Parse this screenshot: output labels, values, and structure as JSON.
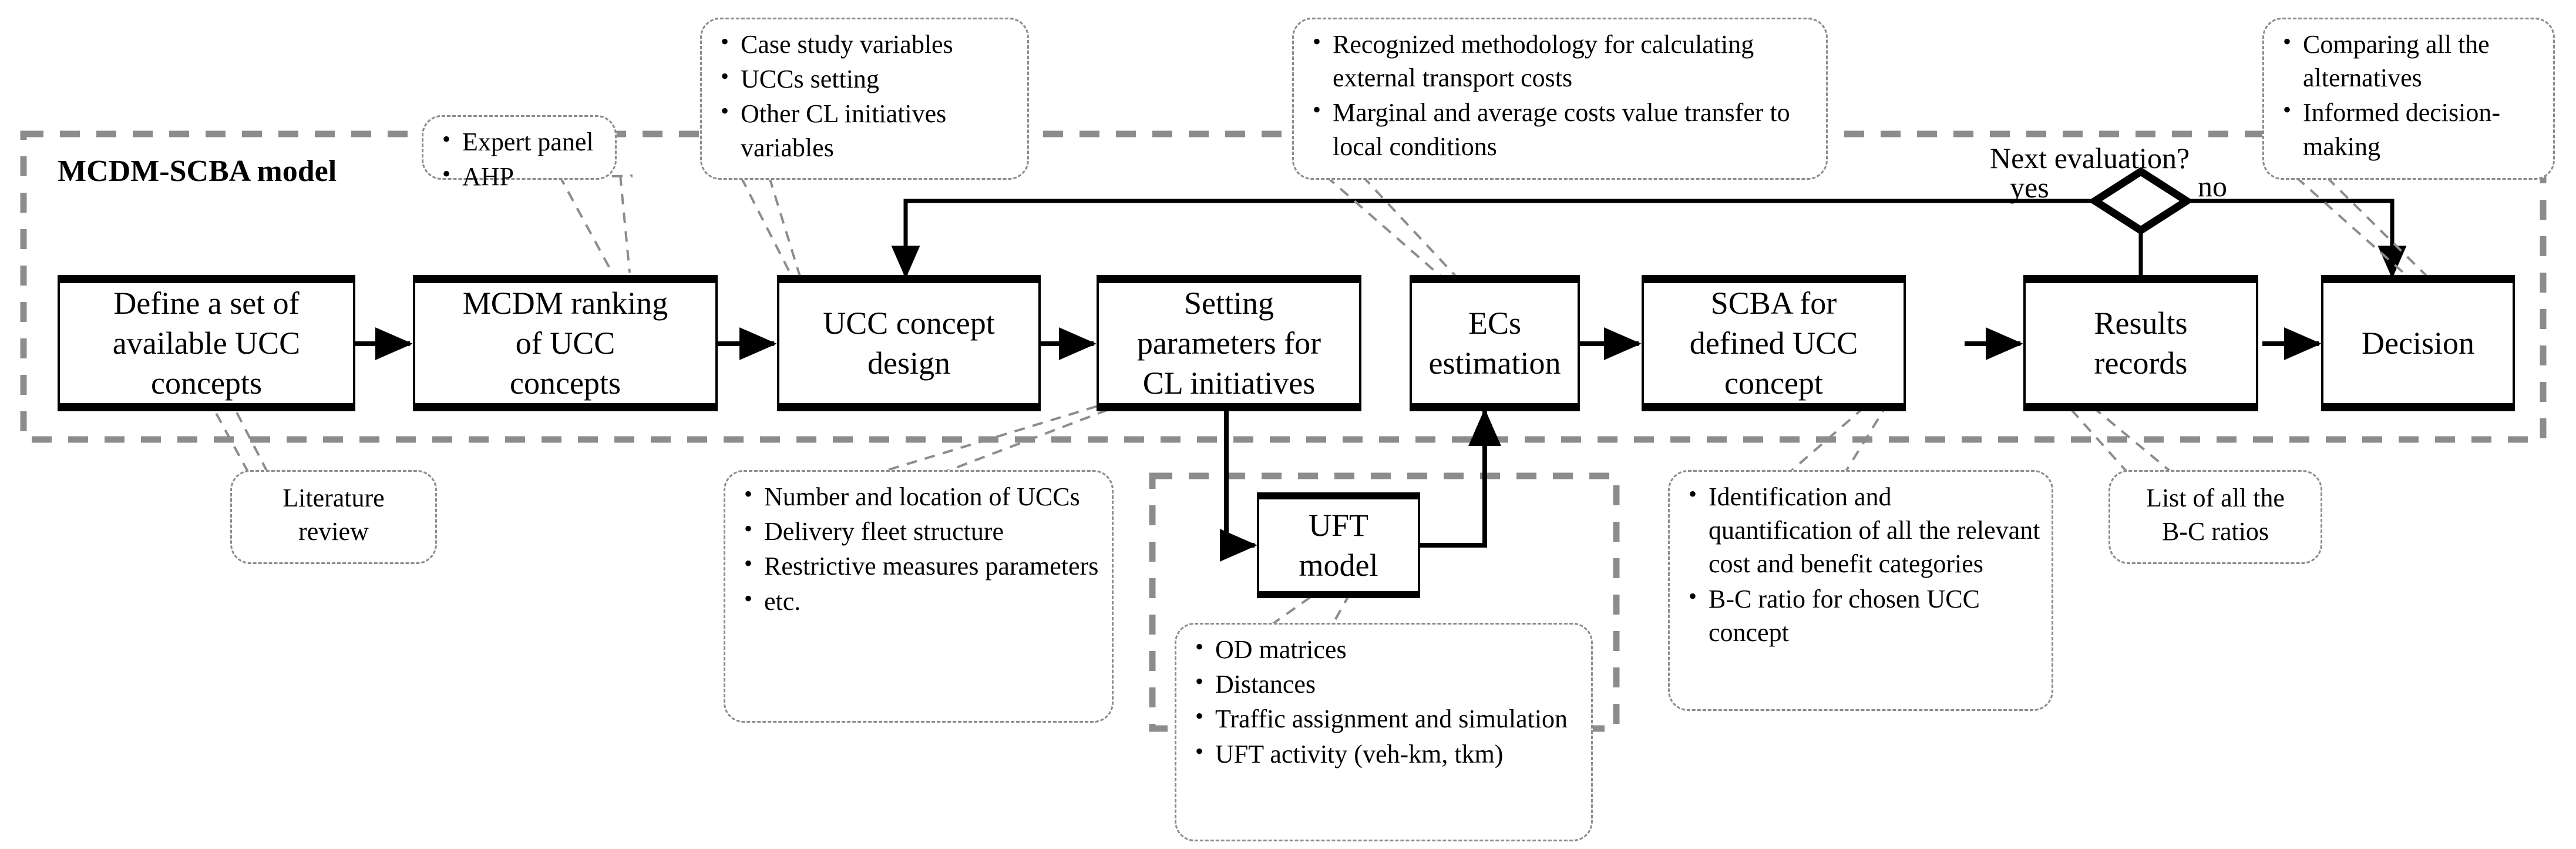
{
  "diagram": {
    "title": "MCDM-SCBA model framework",
    "model_label": "MCDM-SCBA model",
    "colors": {
      "stroke": "#000000",
      "dashed_group": "#8c8c8c",
      "callout_border": "#8c8c8c",
      "background": "#ffffff"
    }
  },
  "process_boxes": [
    {
      "id": "define-set",
      "lines": [
        "Define a set of",
        "available UCC",
        "concepts"
      ]
    },
    {
      "id": "mcdm-ranking",
      "lines": [
        "MCDM ranking",
        "of UCC",
        "concepts"
      ]
    },
    {
      "id": "ucc-concept-design",
      "lines": [
        "UCC concept",
        "design"
      ]
    },
    {
      "id": "setting-parameters",
      "lines": [
        "Setting",
        "parameters for",
        "CL initiatives"
      ]
    },
    {
      "id": "ecs-estimation",
      "lines": [
        "ECs",
        "estimation"
      ]
    },
    {
      "id": "scba-defined-ucc",
      "lines": [
        "SCBA for",
        "defined UCC",
        "concept"
      ]
    },
    {
      "id": "results-records",
      "lines": [
        "Results",
        "records"
      ]
    },
    {
      "id": "decision",
      "lines": [
        "Decision"
      ]
    },
    {
      "id": "uft-model",
      "lines": [
        "UFT model"
      ]
    }
  ],
  "decision_node": {
    "question": "Next evaluation?",
    "branch_yes": "yes",
    "branch_no": "no"
  },
  "callouts": [
    {
      "id": "expert-panel",
      "kind": "bullets",
      "items": [
        "Expert panel",
        "AHP"
      ]
    },
    {
      "id": "case-study-variables",
      "kind": "bullets",
      "items": [
        "Case study variables",
        "UCCs setting",
        "Other CL initiatives variables"
      ]
    },
    {
      "id": "recognized-methodology",
      "kind": "bullets",
      "items": [
        "Recognized methodology for calculating external transport costs",
        "Marginal and average costs value transfer to local conditions"
      ]
    },
    {
      "id": "comparing-alternatives",
      "kind": "bullets",
      "items": [
        "Comparing all the alternatives",
        "Informed decision-making"
      ]
    },
    {
      "id": "literature-review",
      "kind": "plain",
      "lines": [
        "Literature",
        "review"
      ]
    },
    {
      "id": "cl-parameters",
      "kind": "bullets",
      "items": [
        "Number and location of UCCs",
        "Delivery fleet structure",
        "Restrictive measures parameters",
        "etc."
      ]
    },
    {
      "id": "uft-inputs",
      "kind": "bullets",
      "items": [
        "OD matrices",
        "Distances",
        "Traffic assignment and simulation",
        "UFT activity (veh-km, tkm)"
      ]
    },
    {
      "id": "scba-outputs",
      "kind": "bullets",
      "items": [
        "Identification and quantification of all the relevant cost and benefit categories",
        "B-C ratio for chosen UCC concept"
      ]
    },
    {
      "id": "bc-ratio-list",
      "kind": "plain",
      "lines": [
        "List of all the",
        "B-C ratios"
      ]
    }
  ],
  "flow": {
    "edges": [
      {
        "from": "define-set",
        "to": "mcdm-ranking",
        "type": "arrow"
      },
      {
        "from": "mcdm-ranking",
        "to": "ucc-concept-design",
        "type": "arrow"
      },
      {
        "from": "ucc-concept-design",
        "to": "setting-parameters",
        "type": "arrow"
      },
      {
        "from": "setting-parameters",
        "to": "uft-model",
        "type": "arrow"
      },
      {
        "from": "uft-model",
        "to": "ecs-estimation",
        "type": "arrow"
      },
      {
        "from": "ecs-estimation",
        "to": "scba-defined-ucc",
        "type": "arrow"
      },
      {
        "from": "scba-defined-ucc",
        "to": "results-records",
        "type": "arrow"
      },
      {
        "from": "results-records",
        "to": "decision-diamond",
        "type": "line"
      },
      {
        "from": "decision-diamond",
        "to": "ucc-concept-design",
        "type": "arrow",
        "label": "yes"
      },
      {
        "from": "decision-diamond",
        "to": "decision",
        "type": "arrow",
        "label": "no"
      }
    ]
  }
}
